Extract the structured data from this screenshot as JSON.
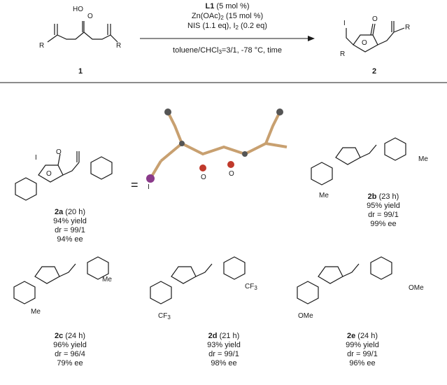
{
  "reaction": {
    "reagent_line1_bold": "L1",
    "reagent_line1_rest": " (5 mol %)",
    "reagent_line2": "Zn(OAc)",
    "reagent_line2_sub": "2",
    "reagent_line2_rest": " (15 mol %)",
    "reagent_line3": "NIS (1.1 eq), I",
    "reagent_line3_sub": "2",
    "reagent_line3_rest": " (0.2 eq)",
    "conditions_pre": "toluene/CHCl",
    "conditions_sub": "3",
    "conditions_post": "=3/1, -78 °C, time",
    "reactant_label": "1",
    "product_label": "2",
    "reactant_atoms": {
      "hoo": "HO",
      "o": "O",
      "r_left": "R",
      "r_right": "R"
    },
    "product_atoms": {
      "i": "I",
      "o_ring": "O",
      "o_carbonyl": "O",
      "r_right": "R",
      "r_left": "R"
    }
  },
  "equals": "=",
  "crystal_atoms": {
    "i": "I",
    "o1": "O",
    "o2": "O"
  },
  "products": [
    {
      "id": "2a",
      "time": " (20 h)",
      "yield": "94% yield",
      "dr": "dr = 99/1",
      "ee": "94% ee",
      "subst": []
    },
    {
      "id": "2b",
      "time": " (23 h)",
      "yield": "95% yield",
      "dr": "dr = 99/1",
      "ee": "99% ee",
      "subst": [
        "Me",
        "Me"
      ]
    },
    {
      "id": "2c",
      "time": " (24 h)",
      "yield": "96% yield",
      "dr": "dr = 96/4",
      "ee": "79% ee",
      "subst": [
        "Me",
        "Me"
      ]
    },
    {
      "id": "2d",
      "time": " (21 h)",
      "yield": "93% yield",
      "dr": "dr = 99/1",
      "ee": "98% ee",
      "subst": [
        "CF",
        "3",
        "CF",
        "3"
      ]
    },
    {
      "id": "2e",
      "time": " (24 h)",
      "yield": "99% yield",
      "dr": "dr = 99/1",
      "ee": "96% ee",
      "subst": [
        "OMe",
        "OMe"
      ]
    }
  ],
  "ring_atoms": {
    "i": "I",
    "o_ring": "O",
    "o_carbonyl": "O"
  },
  "colors": {
    "ink": "#1a1a1a",
    "iodine": "#8a3a8a",
    "oxygen": "#c0392b",
    "bond": "#c8a070"
  }
}
